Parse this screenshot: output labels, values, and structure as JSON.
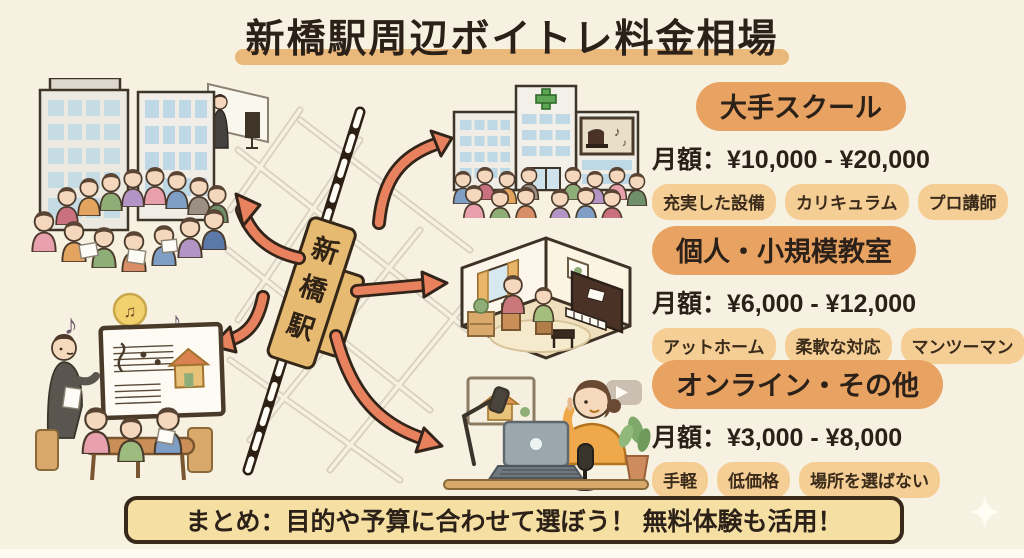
{
  "title": "新橋駅周辺ボイトレ料金相場",
  "map": {
    "station_label": "新橋駅",
    "station_chars": [
      "新",
      "橋",
      "駅"
    ]
  },
  "sections": [
    {
      "name": "大手スクール",
      "price": "月額：¥10,000 - ¥20,000",
      "tags": [
        "充実した設備",
        "カリキュラム",
        "プロ講師"
      ]
    },
    {
      "name": "個人・小規模教室",
      "price": "月額：¥6,000 - ¥12,000",
      "tags": [
        "アットホーム",
        "柔軟な対応",
        "マンツーマン"
      ]
    },
    {
      "name": "オンライン・その他",
      "price": "月額：¥3,000 - ¥8,000",
      "tags": [
        "手軽",
        "低価格",
        "場所を選ばない"
      ]
    }
  ],
  "summary": "まとめ：目的や予算に合わせて選ぼう！ 無料体験も活用！",
  "icons": {
    "music_note": "♪",
    "beamed_note": "♫",
    "play_button": "play-icon",
    "green_cross": "green-cross-icon",
    "sparkle": "sparkle-icon"
  },
  "colors": {
    "background": "#F7F1E1",
    "accent_orange": "#E8A262",
    "tag_peach": "#F5CE95",
    "arrow_salmon": "#E8825E",
    "title_highlight": "#EBB87B",
    "summary_bg": "#F6DFA3",
    "ink": "#2B2118",
    "station_tan": "#E6BA70"
  }
}
